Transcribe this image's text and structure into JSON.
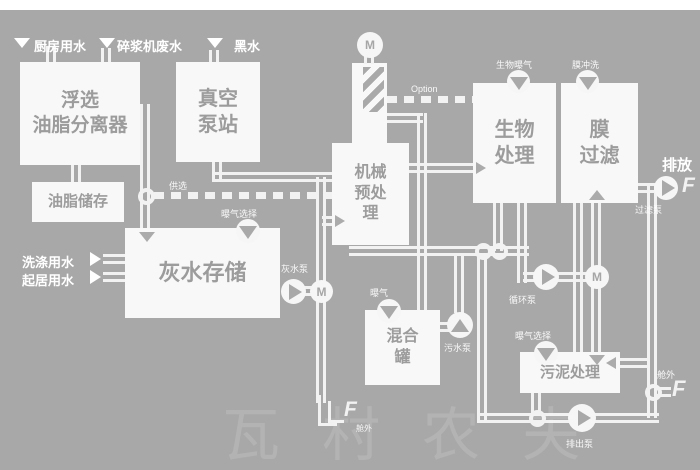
{
  "colors": {
    "background": "#a8a8a8",
    "box": "#f8f8f8",
    "pipe": "#f2f2f2",
    "box_text": "#9c9c9c"
  },
  "inlets": {
    "kitchen_water": "厨房用水",
    "pulper_waste": "碎浆机废水",
    "black_water": "黑水",
    "washing_water": "洗涤用水",
    "living_water": "起居用水"
  },
  "boxes": {
    "flotation": "浮选\n油脂分离器",
    "vacuum": "真空\n泵站",
    "grease_storage": "油脂储存",
    "greywater_storage": "灰水存储",
    "mech_pretreatment": "机械\n预处\n理",
    "bio_treatment": "生物\n处理",
    "membrane_filtration": "膜\n过滤",
    "mixing_tank": "混合\n罐",
    "sludge_treatment": "污泥处理"
  },
  "labels": {
    "option": "Option",
    "supply_select": "供选",
    "aeration_select": "曝气选择",
    "aeration": "曝气",
    "bio_aeration": "生物曝气",
    "membrane_flush": "膜冲洗",
    "discharge": "排放",
    "overboard": "舱外",
    "motor": "M",
    "f_symbol": "F",
    "watermark": "瓦村农夫"
  },
  "pumps": {
    "greywater_pump": "灰水泵",
    "sewage_pump": "污水泵",
    "circulation_pump": "循环泵",
    "discharge_pump": "排出泵",
    "filter_pump": "过滤泵"
  }
}
